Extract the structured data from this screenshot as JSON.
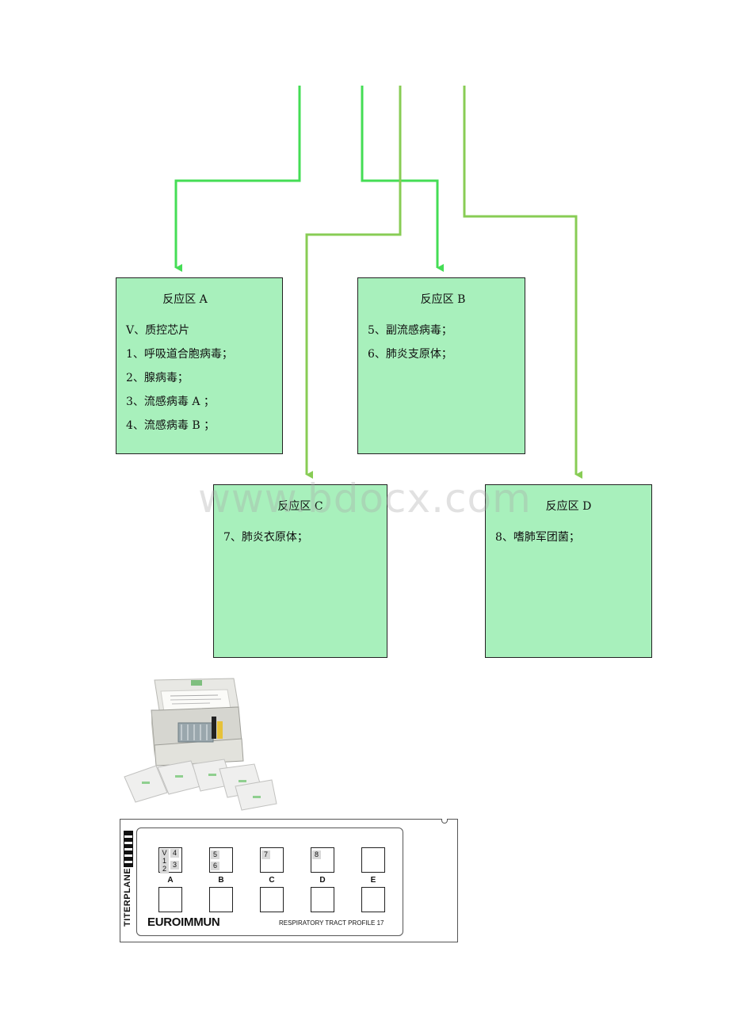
{
  "zones": [
    {
      "id": "A",
      "title": "反应区 A",
      "items": [
        "V、质控芯片",
        "1、呼吸道合胞病毒；",
        "2、腺病毒；",
        "3、流感病毒 A ；",
        "4、流感病毒 B ；"
      ]
    },
    {
      "id": "B",
      "title": "反应区 B",
      "items": [
        "5、副流感病毒；",
        "6、肺炎支原体；"
      ]
    },
    {
      "id": "C",
      "title": "反应区 C",
      "items": [
        "7、肺炎衣原体；"
      ]
    },
    {
      "id": "D",
      "title": "反应区 D",
      "items": [
        "8、嗜肺军团菌；"
      ]
    }
  ],
  "colors": {
    "zone_fill": "#a8f0bc",
    "connector_bright": "#44dd55",
    "connector_olive": "#88cc55"
  },
  "watermark": "www.bdocx.com",
  "slide": {
    "side_label": "TITERPLANE",
    "brand": "EUROIMMUN",
    "profile": "RESPIRATORY TRACT PROFILE 17",
    "columns": [
      "A",
      "B",
      "C",
      "D",
      "E"
    ],
    "chips": {
      "A": [
        "V",
        "4",
        "1",
        "2",
        "3"
      ],
      "B": [
        "5",
        "6"
      ],
      "C": [
        "7"
      ],
      "D": [
        "8"
      ]
    }
  }
}
